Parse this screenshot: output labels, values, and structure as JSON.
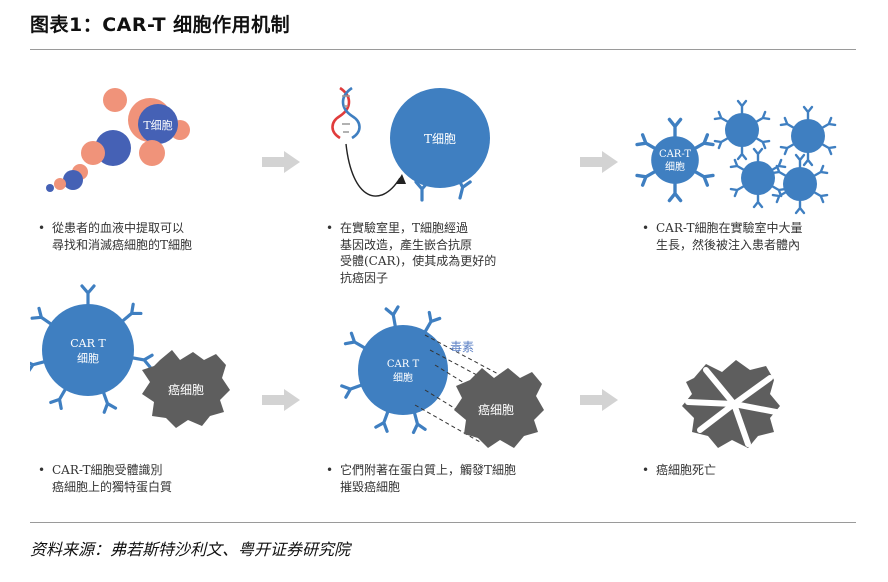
{
  "header": {
    "title": "图表1：CAR-T 细胞作用机制"
  },
  "source": {
    "text": "资料来源：弗若斯特沙利文、粤开证券研究院"
  },
  "diagram": {
    "labels": {
      "t_cell": "T细胞",
      "car_t_line1": "CAR T",
      "car_t_line2": "细胞",
      "car_t_hyphen_line1": "CAR-T",
      "cancer_cell": "癌细胞",
      "toxin": "毒素"
    },
    "steps": [
      {
        "bullet": "•",
        "lines": [
          "從患者的血液中提取可以",
          "尋找和消滅癌細胞的T細胞"
        ]
      },
      {
        "bullet": "•",
        "lines": [
          "在實驗室里，T細胞經過",
          "基因改造，產生嵌合抗原",
          "受體(CAR)，使其成為更好的",
          "抗癌因子"
        ]
      },
      {
        "bullet": "•",
        "lines": [
          "CAR-T細胞在實驗室中大量",
          "生長，然後被注入患者體內"
        ]
      },
      {
        "bullet": "•",
        "lines": [
          "CAR-T細胞受體識別",
          "癌細胞上的獨特蛋白質"
        ]
      },
      {
        "bullet": "•",
        "lines": [
          "它們附著在蛋白質上，觸發T細胞",
          "摧毀癌細胞"
        ]
      },
      {
        "bullet": "•",
        "lines": [
          "癌細胞死亡"
        ]
      }
    ],
    "colors": {
      "t_cell_blue": "#3f7fc1",
      "dark_blue": "#4561b5",
      "salmon": "#f0937a",
      "cancer_gray": "#5e5e5e",
      "arrow_gray": "#d3d3d3",
      "toxin_text": "#5a7fc4"
    }
  }
}
